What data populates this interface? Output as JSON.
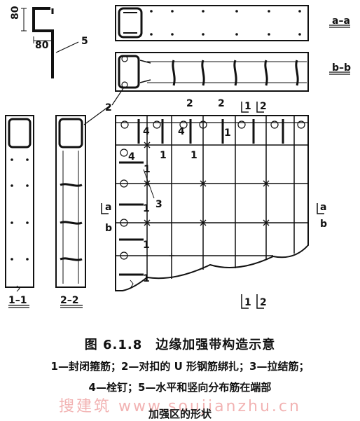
{
  "labels": {
    "dim_80_v": "80",
    "dim_80_h": "80",
    "five": "5",
    "sec_aa": "a–a",
    "sec_bb": "b–b",
    "two_a": "2",
    "two_b": "2",
    "two_c": "2",
    "cut1": "1",
    "cut2": "2",
    "four_a": "4",
    "four_b": "4",
    "four_c": "4",
    "one_a": "1",
    "one_b": "1",
    "one_c": "1",
    "one_d": "1",
    "one_e": "1",
    "one_f": "1",
    "one_g": "1",
    "three": "3",
    "one_h": "1",
    "cut_a_l": "a",
    "cut_b_l": "b",
    "cut_a_r": "a",
    "cut_b_r": "b",
    "sec_11": "1–1",
    "sec_22": "2–2",
    "cut1_bottom": "1",
    "cut2_bottom": "2"
  },
  "caption": {
    "title": "图 6.1.8　边缘加强带构造示意",
    "legend_line1": "1—封闭箍筋；2—对扣的 U 形钢筋绑扎；3—拉结筋；",
    "legend_line2": "4—栓钉；5—水平和竖向分布筋在端部",
    "legend_line3": "加强区的形状"
  },
  "watermark": "搜建筑  www.soujianzhu.cn"
}
